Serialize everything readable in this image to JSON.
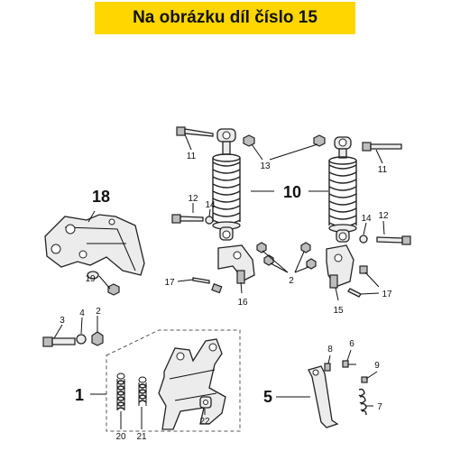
{
  "banner": {
    "text": "Na obrázku díl číslo 15",
    "color": "#ffd600"
  },
  "callouts": {
    "n1": "1",
    "n2a": "2",
    "n2b": "2",
    "n3": "3",
    "n4": "4",
    "n5": "5",
    "n6": "6",
    "n7": "7",
    "n8": "8",
    "n9": "9",
    "n10": "10",
    "n11a": "11",
    "n11b": "11",
    "n12a": "12",
    "n12b": "12",
    "n13": "13",
    "n14a": "14",
    "n14b": "14",
    "n15": "15",
    "n16": "16",
    "n17a": "17",
    "n17b": "17",
    "n18": "18",
    "n19": "19",
    "n20": "20",
    "n21": "21",
    "n22": "22"
  }
}
